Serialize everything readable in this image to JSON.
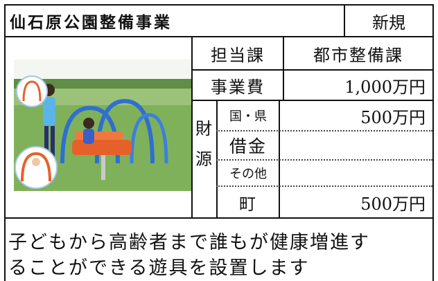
{
  "header": {
    "title": "仙石原公園整備事業",
    "badge": "新規"
  },
  "table": {
    "dept_label": "担当課",
    "dept_value": "都市整備課",
    "cost_label": "事業費",
    "cost_value": "1,000万円",
    "funding_label_1": "財",
    "funding_label_2": "源",
    "funding": [
      {
        "label": "国・県",
        "value": "500万円"
      },
      {
        "label": "借金",
        "value": ""
      },
      {
        "label": "その他",
        "value": ""
      },
      {
        "label": "町",
        "value": "500万円"
      }
    ]
  },
  "description": {
    "line1": "子どもから高齢者まで誰もが健康増進す",
    "line2": "ることができる遊具を設置します"
  },
  "colors": {
    "border": "#111111",
    "grass": "#6ea84a",
    "bench": "#e6612a",
    "arch": "#2f6fd0"
  }
}
